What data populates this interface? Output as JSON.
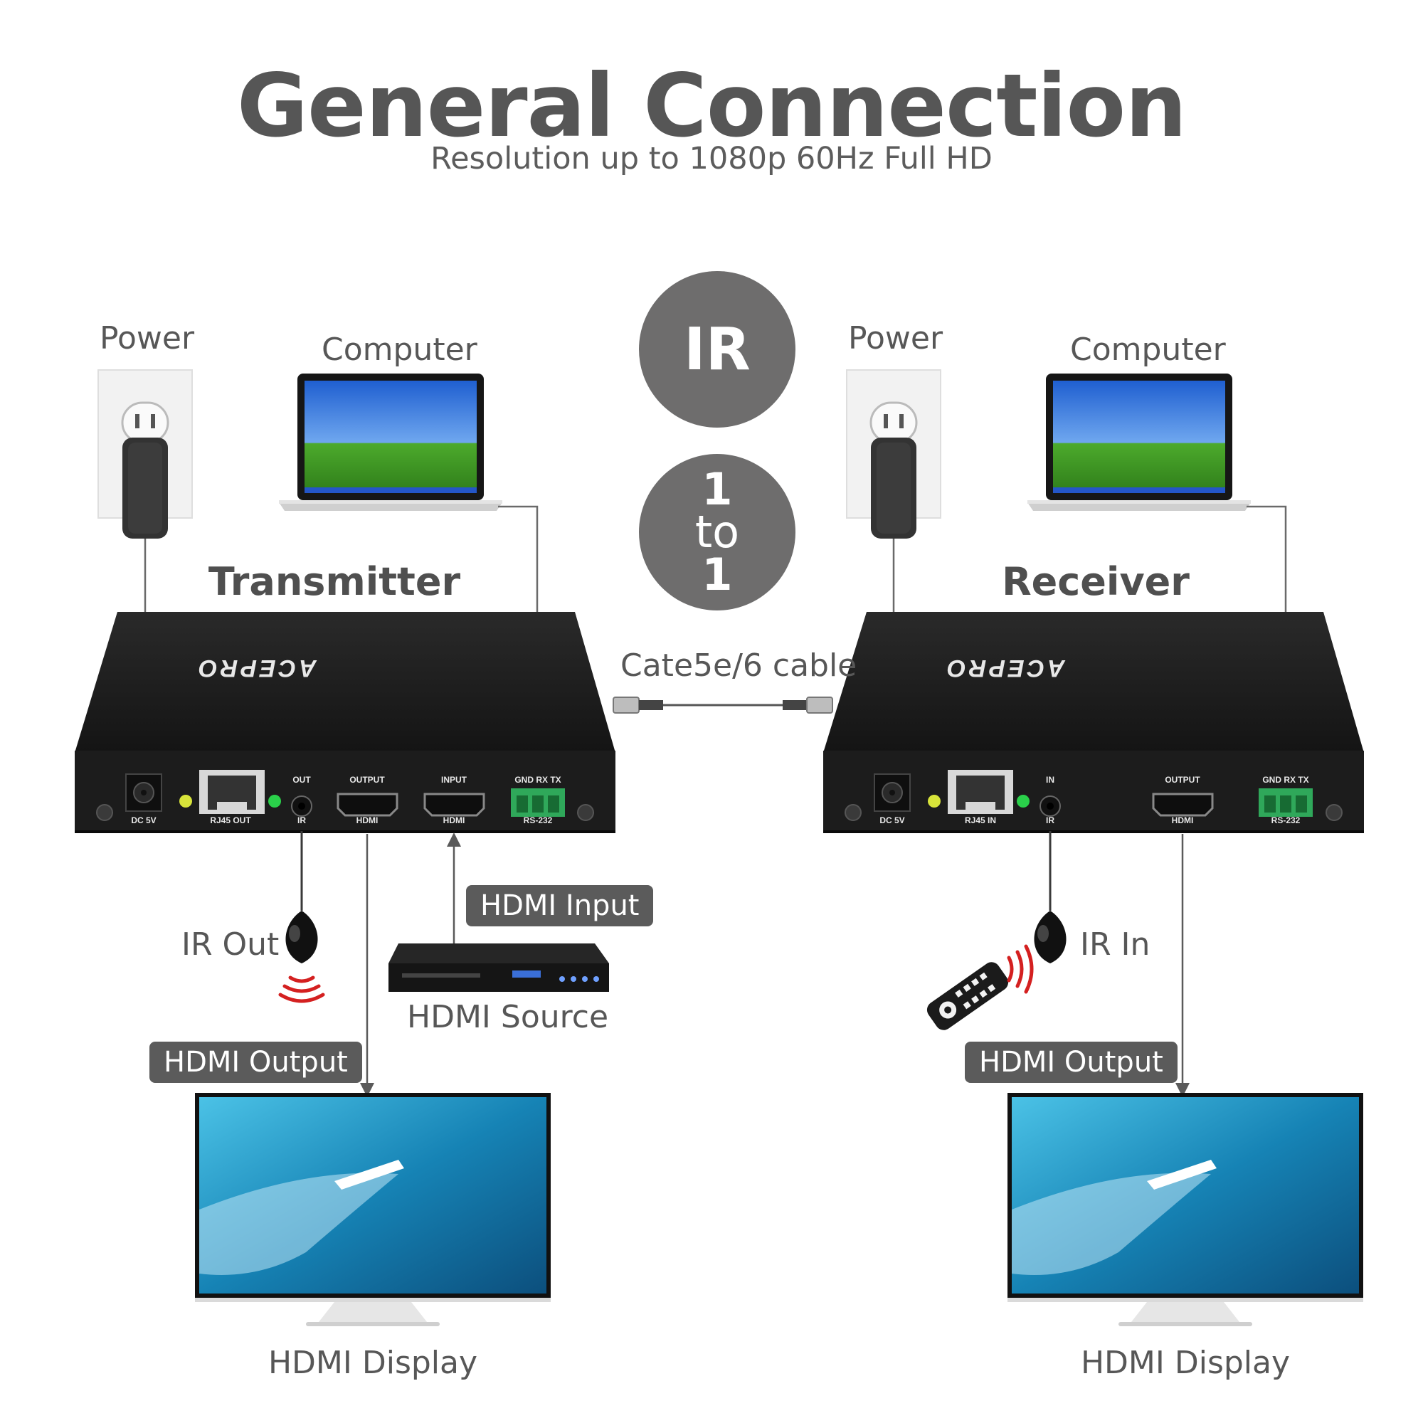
{
  "header": {
    "title": "General Connection",
    "subtitle": "Resolution up to 1080p 60Hz Full HD"
  },
  "badges": {
    "ir": "IR",
    "one_to_one_top": "1",
    "one_to_one_mid": "to",
    "one_to_one_bottom": "1"
  },
  "cable_label": "Cate5e/6 cable",
  "transmitter": {
    "heading": "Transmitter",
    "power_label": "Power",
    "computer_label": "Computer",
    "brand_logo": "ACEPRO",
    "ports": {
      "dc": "DC 5V",
      "rj45": "RJ45 OUT",
      "ir_top": "OUT",
      "ir_bottom": "IR",
      "output_top": "OUTPUT",
      "output_bottom": "HDMI",
      "input_top": "INPUT",
      "input_bottom": "HDMI",
      "rs_top": "GND RX TX",
      "rs_bottom": "RS-232"
    },
    "ir_label": "IR Out",
    "hdmi_input_pill": "HDMI Input",
    "hdmi_source_label": "HDMI Source",
    "hdmi_output_pill": "HDMI Output",
    "display_label": "HDMI Display"
  },
  "receiver": {
    "heading": "Receiver",
    "power_label": "Power",
    "computer_label": "Computer",
    "brand_logo": "ACEPRO",
    "ports": {
      "dc": "DC 5V",
      "rj45": "RJ45 IN",
      "ir_top": "IN",
      "ir_bottom": "IR",
      "output_top": "OUTPUT",
      "output_bottom": "HDMI",
      "rs_top": "GND RX TX",
      "rs_bottom": "RS-232"
    },
    "ir_label": "IR In",
    "hdmi_output_pill": "HDMI Output",
    "display_label": "HDMI Display"
  },
  "colors": {
    "accent_gray": "#6e6d6d",
    "device_black": "#1c1c1c",
    "led_yellow": "#d8e43a",
    "led_green": "#2ad04a",
    "terminal_green": "#2fa85a",
    "ir_red": "#d42020"
  }
}
